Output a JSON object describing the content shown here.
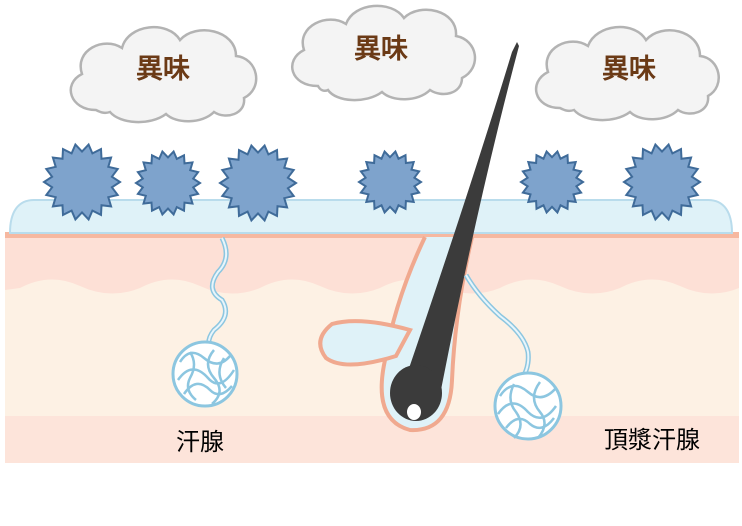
{
  "odor_clouds": [
    {
      "label": "異味"
    },
    {
      "label": "異味"
    },
    {
      "label": "異味"
    }
  ],
  "labels": {
    "eccrine_gland": "汗腺",
    "apocrine_gland": "頂漿汗腺"
  },
  "colors": {
    "cloud_fill": "#f4f4f4",
    "cloud_stroke": "#b3b3b3",
    "odor_text": "#6b3a16",
    "bacteria_fill": "#7ea3cc",
    "bacteria_stroke": "#3f6b99",
    "sweat_film": "#dff2f8",
    "skin_surface": "#f6b8a0",
    "epidermis": "#fde0d6",
    "dermis": "#fdf1e4",
    "subcutis": "#fde4da",
    "hair": "#3b3b3b",
    "gland_stroke": "#8cc6e0",
    "gland_fill": "#e8f5fb"
  },
  "icons": [
    "cloud-icon",
    "bacteria-icon",
    "hair-icon",
    "sweat-gland-icon"
  ]
}
